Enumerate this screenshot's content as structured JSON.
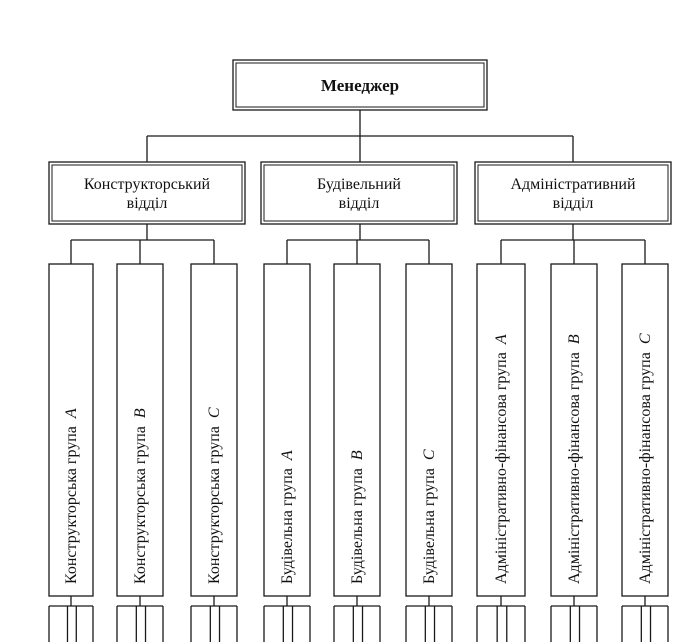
{
  "org_chart": {
    "root": {
      "label": "Менеджер"
    },
    "departments": [
      {
        "line1": "Конструкторський",
        "line2": "відділ",
        "groups": [
          {
            "text": "Конструкторська група",
            "letter": "A"
          },
          {
            "text": "Конструкторська група",
            "letter": "B"
          },
          {
            "text": "Конструкторська група",
            "letter": "C"
          }
        ]
      },
      {
        "line1": "Будівельний",
        "line2": "відділ",
        "groups": [
          {
            "text": "Будівельна група",
            "letter": "A"
          },
          {
            "text": "Будівельна група",
            "letter": "B"
          },
          {
            "text": "Будівельна група",
            "letter": "C"
          }
        ]
      },
      {
        "line1": "Адміністративний",
        "line2": "відділ",
        "groups": [
          {
            "text": "Адміністративно-фінансова група",
            "letter": "A"
          },
          {
            "text": "Адміністративно-фінансова група",
            "letter": "B"
          },
          {
            "text": "Адміністративно-фінансова група",
            "letter": "C"
          }
        ]
      }
    ]
  }
}
